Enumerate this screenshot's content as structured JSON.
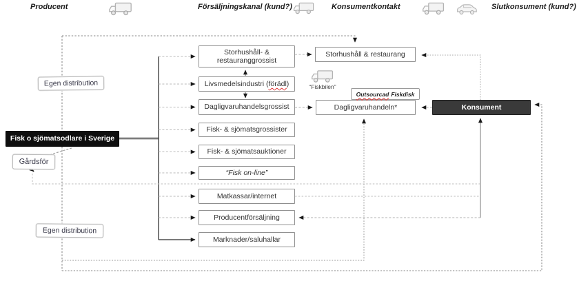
{
  "header": {
    "producent": "Producent",
    "forsaljningskanal": "Försäljningskanal (kund?)",
    "konsumentkontakt": "Konsumentkontakt",
    "slutkonsument": "Slutkonsument (kund?)"
  },
  "producer_side": {
    "egen_distribution_top": "Egen distribution",
    "producer_box": "Fisk o sjömatsodlare i Sverige",
    "gardsfor": "Gårdsför",
    "egen_distribution_bottom": "Egen distribution"
  },
  "channels": [
    {
      "label": "Storhushåll- & restauranggrossist"
    },
    {
      "prefix": "Livsmedelsindustri (",
      "misspelled": "förädl",
      "suffix": ")"
    },
    {
      "label": "Dagligvaruhandelsgrossist"
    },
    {
      "label": "Fisk- & sjömatsgrossister"
    },
    {
      "label": "Fisk- & sjömatsauktioner"
    },
    {
      "label": "“Fisk on-line”"
    },
    {
      "label": "Matkassar/internet"
    },
    {
      "label": "Producentförsäljning"
    },
    {
      "label": "Marknader/saluhallar"
    }
  ],
  "consumer_contact": {
    "storhushall_restaurang": "Storhushåll & restaurang",
    "fiskbilen": "“Fiskbilen”",
    "outsourcad_word": "Outsourcad",
    "fiskdisk_word": "Fiskdisk",
    "dagligvaruhandeln": "Dagligvaruhandeln*"
  },
  "end_consumer": {
    "konsument": "Konsument"
  },
  "icons": {
    "truck_1": "delivery-truck-icon",
    "truck_2": "delivery-truck-icon",
    "truck_3": "delivery-truck-icon",
    "car": "car-icon",
    "fiskbilen_truck": "delivery-truck-icon"
  },
  "colors": {
    "producer_box_bg": "#0e0e0e",
    "konsument_bg": "#3a3a3a",
    "spellcheck_red": "#e03131",
    "dashed_line": "#9a9a9a",
    "arrowhead": "#1a1a1a"
  }
}
